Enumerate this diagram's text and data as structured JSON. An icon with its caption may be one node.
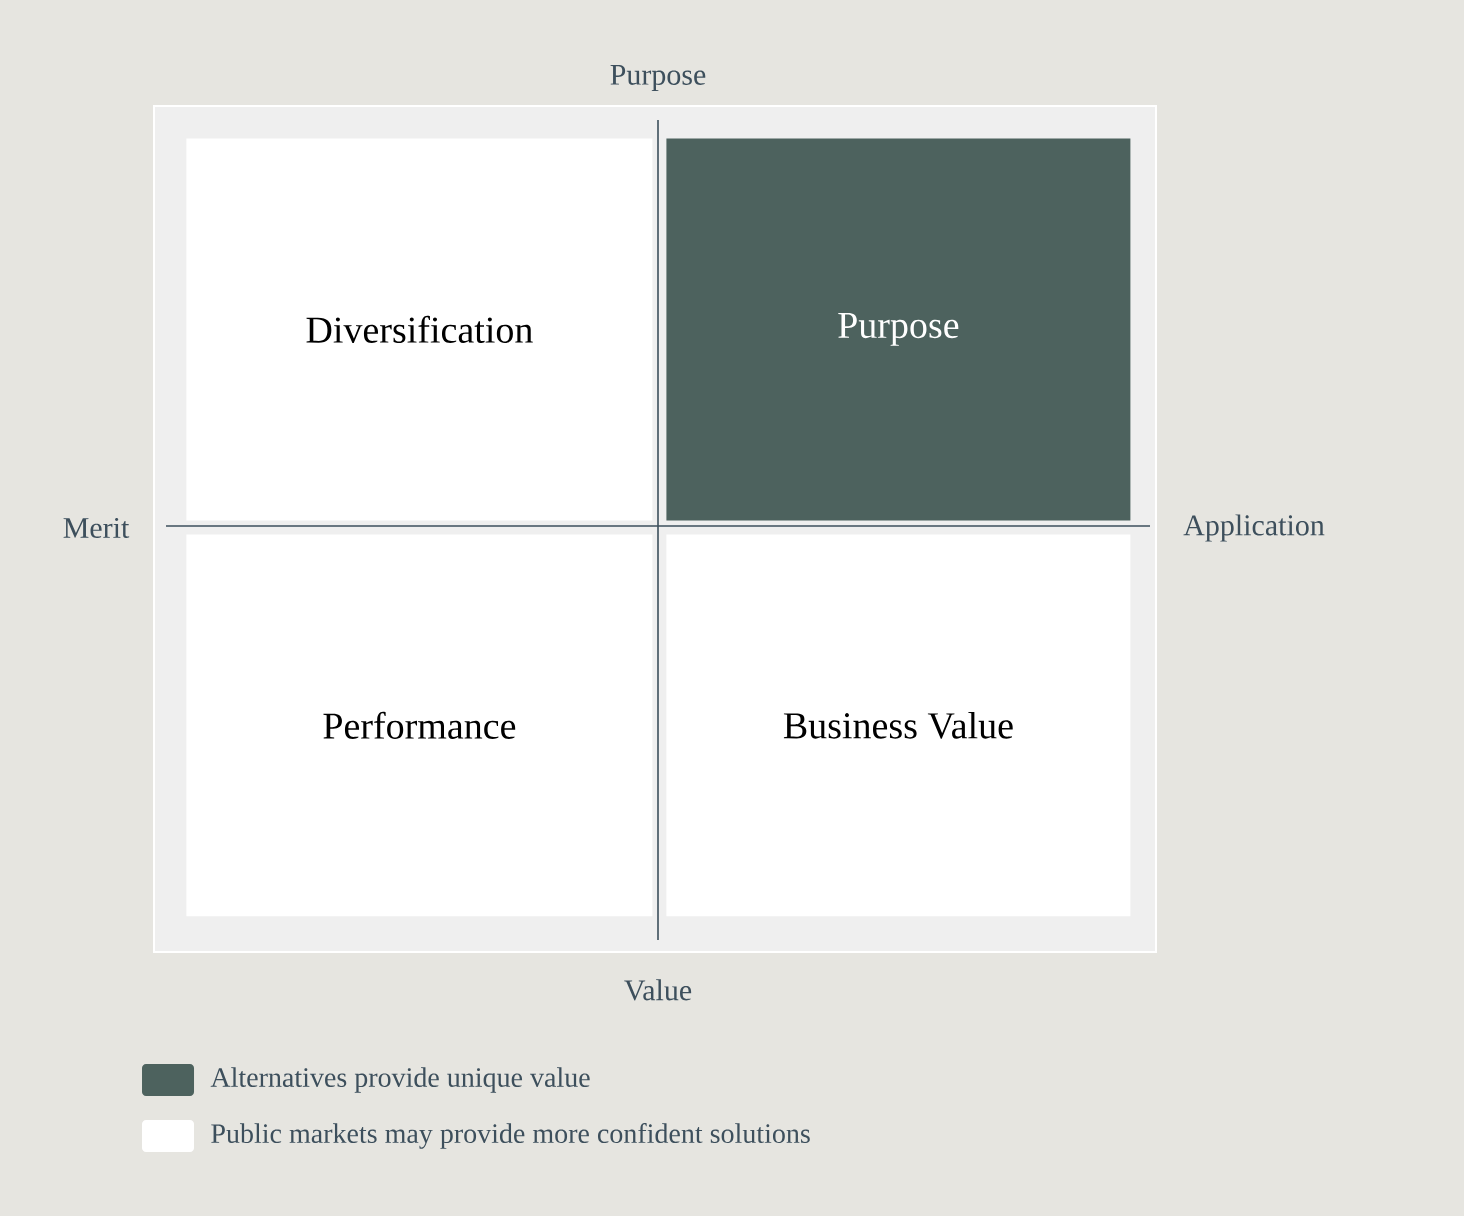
{
  "diagram": {
    "nodes": [
      {
        "text": [
          "Diversification"
        ]
      },
      {
        "text": [
          "Purpose"
        ]
      },
      {
        "text": [
          "Performance"
        ]
      },
      {
        "text": [
          "Business Value"
        ]
      }
    ],
    "labels": [
      "Purpose",
      "Merit",
      "Application",
      "Value"
    ],
    "legend": [
      {
        "text": "Alternatives provide unique value",
        "color": "#4d625e"
      },
      {
        "text": "Public markets may provide more confident solutions",
        "color": "#ffffff"
      }
    ]
  }
}
